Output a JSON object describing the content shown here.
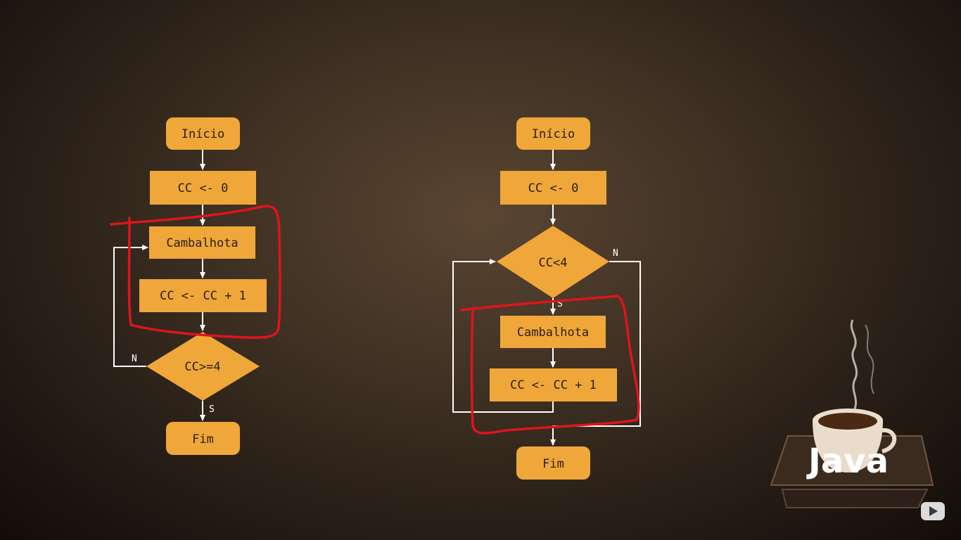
{
  "flowchart_left": {
    "start": "Início",
    "init": "CC <- 0",
    "action": "Cambalhota",
    "increment": "CC <- CC + 1",
    "condition": "CC>=4",
    "no_label": "N",
    "yes_label": "S",
    "end": "Fim"
  },
  "flowchart_right": {
    "start": "Início",
    "init": "CC <- 0",
    "condition": "CC<4",
    "no_label": "N",
    "yes_label": "S",
    "action": "Cambalhota",
    "increment": "CC <- CC + 1",
    "end": "Fim"
  },
  "logo": {
    "text": "Java",
    "icon": "coffee-cup-icon"
  },
  "overlay": {
    "icon": "youtube-icon"
  },
  "colors": {
    "node_fill": "#f0a73a",
    "highlight": "#e0141c",
    "edge": "#ffffff"
  }
}
